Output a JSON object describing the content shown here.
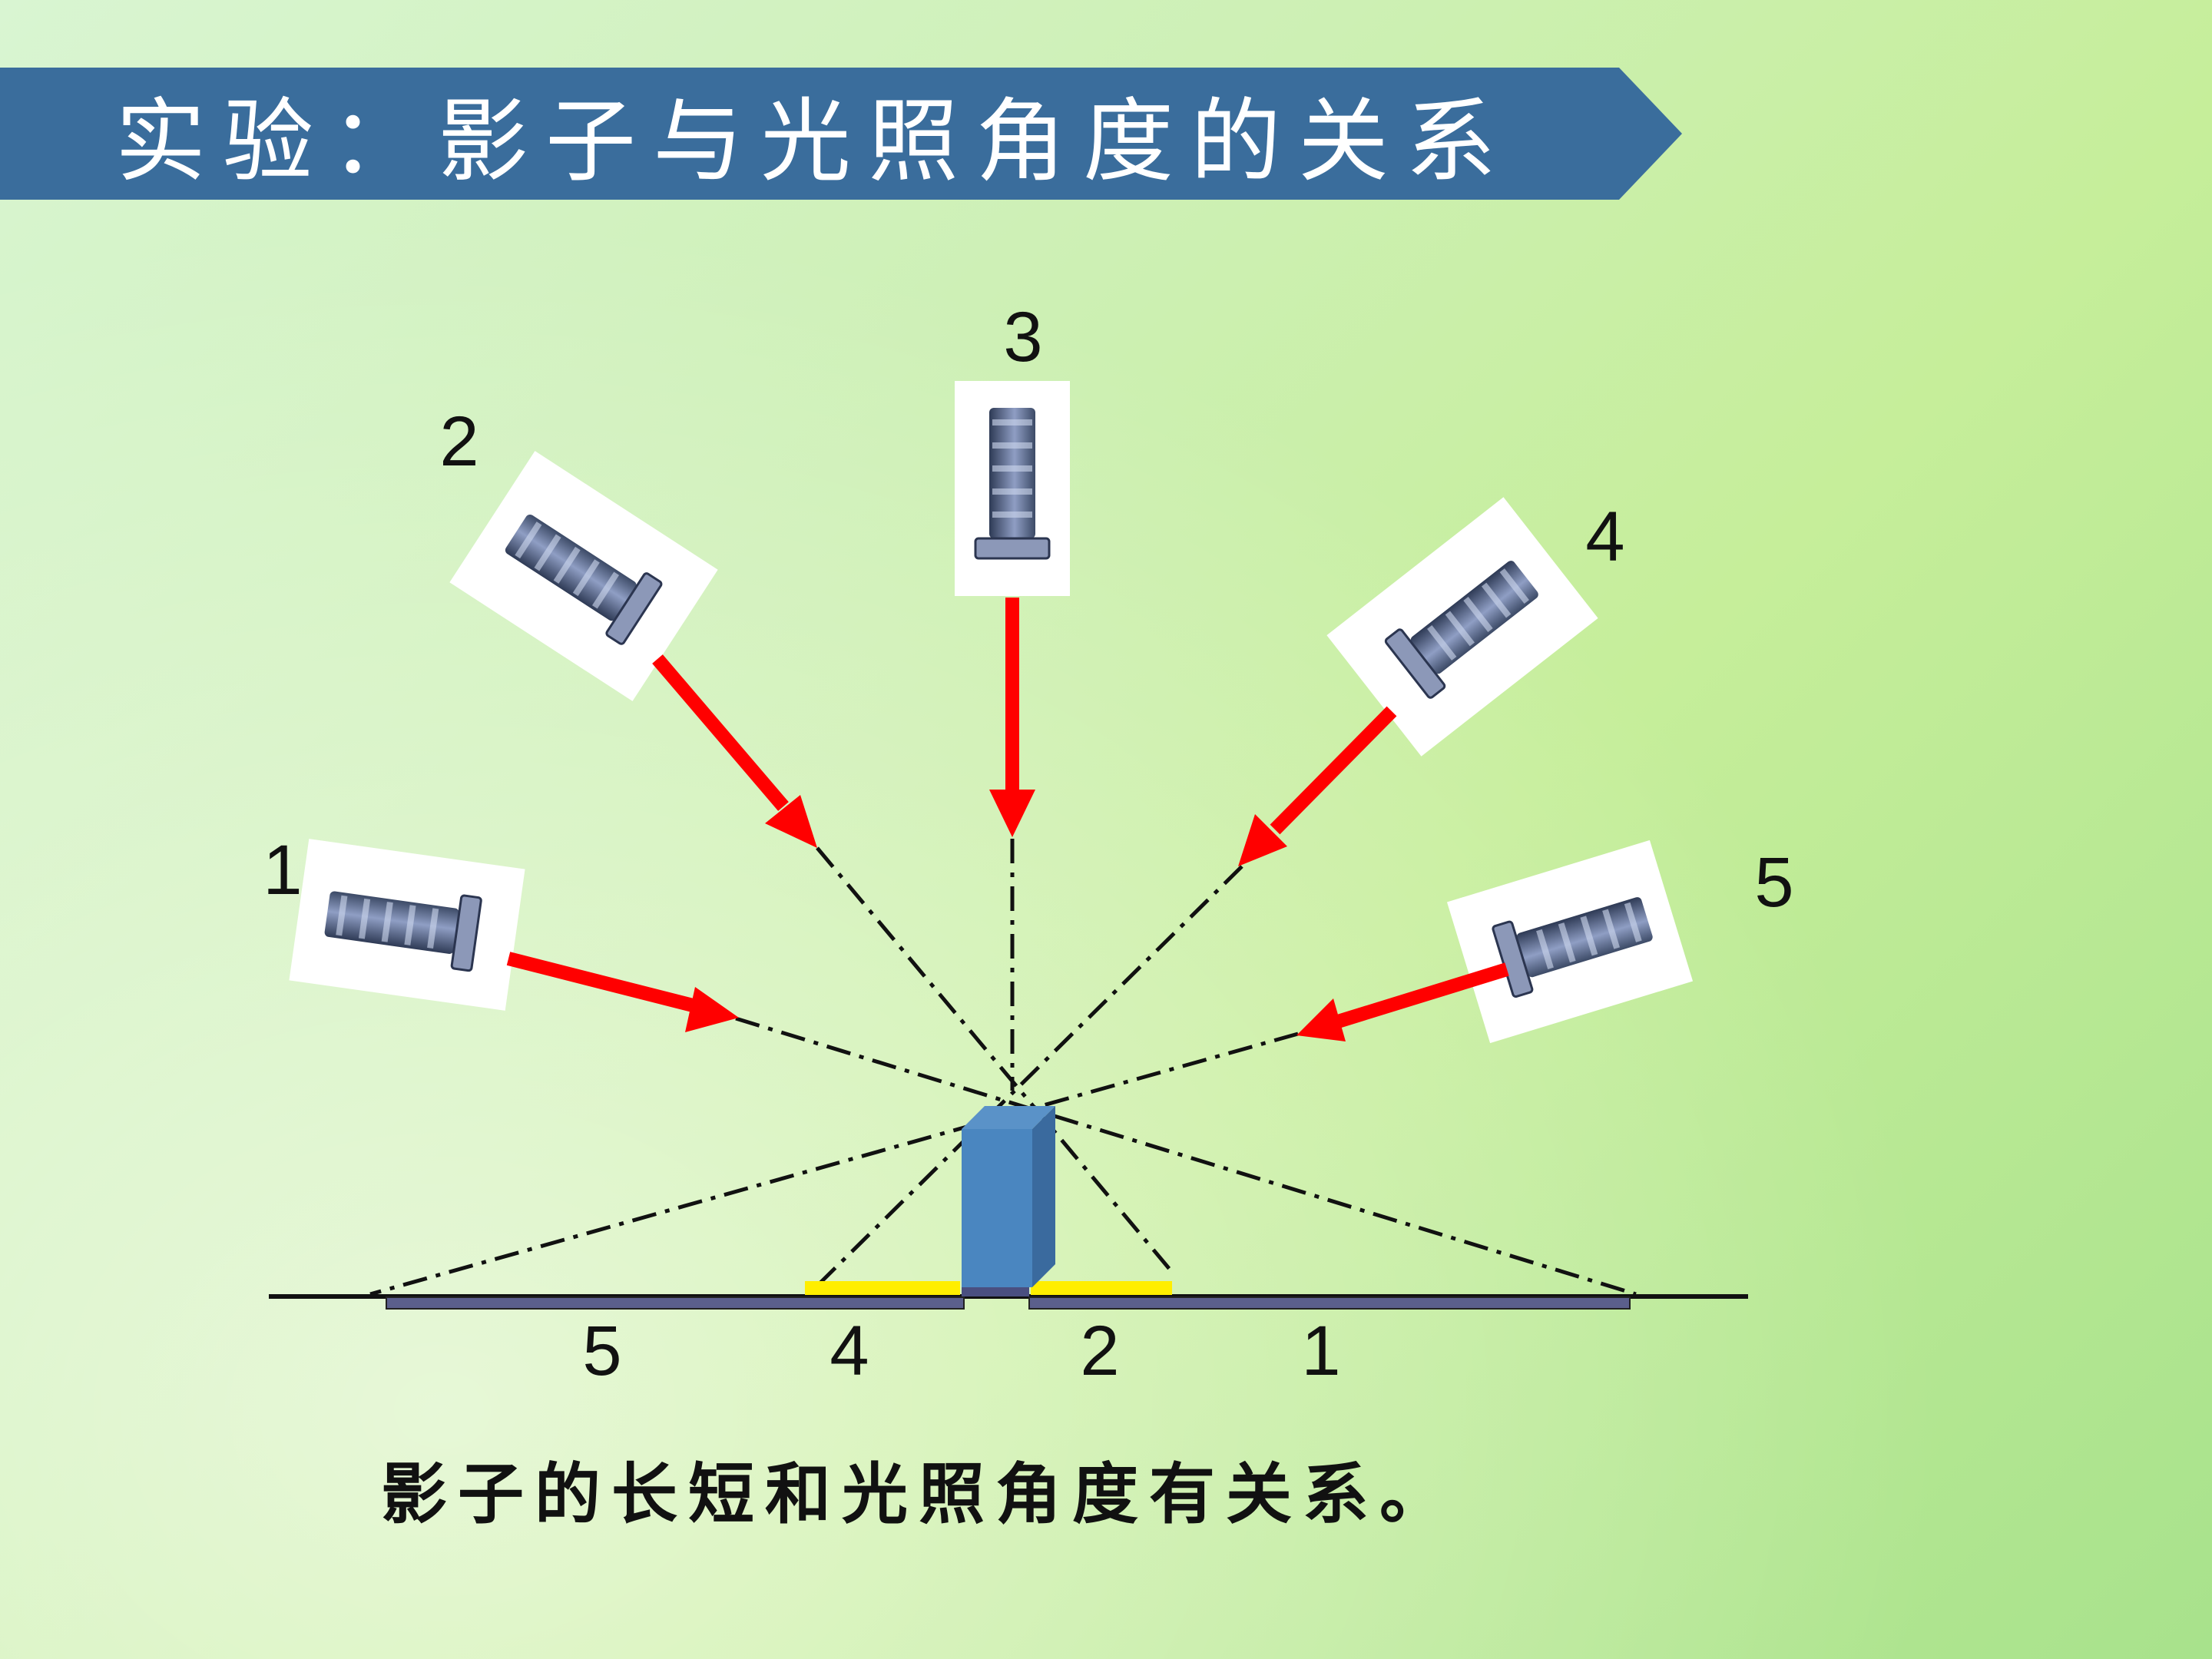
{
  "title": "实验：影子与光照角度的关系",
  "caption": "影子的长短和光照角度有关系。",
  "flashlights": [
    {
      "label": "1"
    },
    {
      "label": "2"
    },
    {
      "label": "3"
    },
    {
      "label": "4"
    },
    {
      "label": "5"
    }
  ],
  "shadows": [
    {
      "label": "5"
    },
    {
      "label": "4"
    },
    {
      "label": "2"
    },
    {
      "label": "1"
    }
  ],
  "colors": {
    "banner": "#3a6d9c",
    "arrow": "#ff0000",
    "block": "#4a86c0",
    "short_shadow": "#ffee00",
    "long_shadow": "#5b5f8c"
  }
}
